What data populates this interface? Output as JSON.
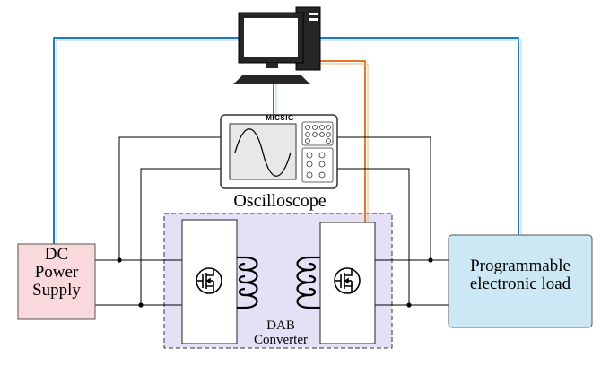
{
  "dc_supply": {
    "line1": "DC",
    "line2": "Power",
    "line3": "Supply"
  },
  "oscilloscope": {
    "label": "Oscilloscope",
    "brand": "MICSIG"
  },
  "dab": {
    "line1": "DAB",
    "line2": "Converter"
  },
  "load": {
    "line1": "Programmable",
    "line2": "electronic load"
  },
  "colors": {
    "dc_fill": "#f9d9dc",
    "load_fill": "#cde8f5",
    "dab_fill": "#e6e0f7",
    "comm_blue": "#1f78c8",
    "comm_orange": "#e87722"
  },
  "icons": [
    "desktop-computer-icon",
    "oscilloscope-icon",
    "mosfet-icon",
    "coil-icon"
  ]
}
